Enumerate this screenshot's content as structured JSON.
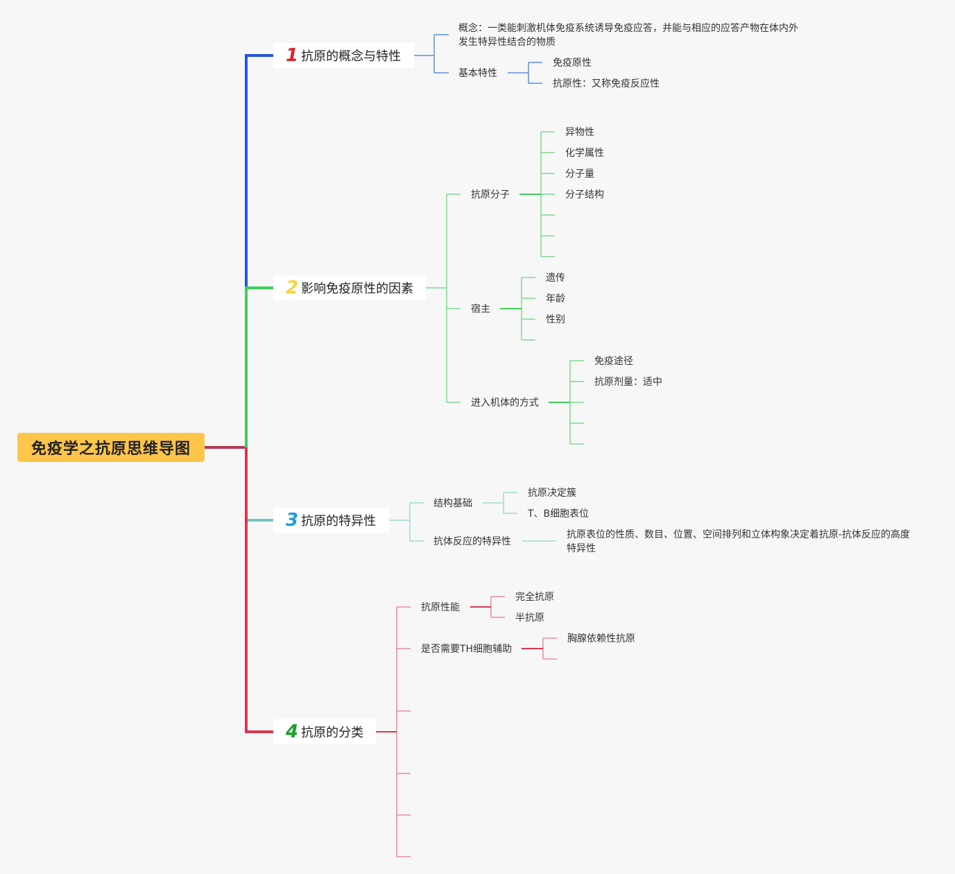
{
  "root": "免疫学之抗原思维导图",
  "branches": [
    {
      "num": "1",
      "numColor": "#e0212b",
      "label": "抗原的概念与特性",
      "lineColor": "#2155e0"
    },
    {
      "num": "2",
      "numColor": "#f5d43a",
      "label": "影响免疫原性的因素",
      "lineColor": "#3ecf5a"
    },
    {
      "num": "3",
      "numColor": "#1e9be0",
      "label": "抗原的特异性",
      "lineColor": "#6fc8c0"
    },
    {
      "num": "4",
      "numColor": "#1ba02b",
      "label": "抗原的分类",
      "lineColor": "#e0334f"
    }
  ],
  "b1": {
    "concept": "概念：一类能刺激机体免疫系统诱导免疫应答，并能与相应的应答产物在体内外发生特异性结合的物质",
    "basic": "基本特性",
    "basic_items": [
      "免疫原性",
      "抗原性：又称免疫反应性"
    ]
  },
  "b2": {
    "antigen_molecule": "抗原分子",
    "antigen_molecule_items": [
      "异物性",
      "化学属性",
      "分子量",
      "分子结构"
    ],
    "host": "宿主",
    "host_items": [
      "遗传",
      "年龄",
      "性别"
    ],
    "entry": "进入机体的方式",
    "entry_items": [
      "免疫途径",
      "抗原剂量：适中"
    ]
  },
  "b3": {
    "structure": "结构基础",
    "structure_items": [
      "抗原决定簇",
      "T、B细胞表位"
    ],
    "reaction": "抗体反应的特异性",
    "reaction_text": "抗原表位的性质、数目、位置、空间排列和立体构象决定着抗原-抗体反应的高度特异性"
  },
  "b4": {
    "performance": "抗原性能",
    "performance_items": [
      "完全抗原",
      "半抗原"
    ],
    "th": "是否需要TH细胞辅助",
    "th_items": [
      "胸腺依赖性抗原"
    ]
  }
}
